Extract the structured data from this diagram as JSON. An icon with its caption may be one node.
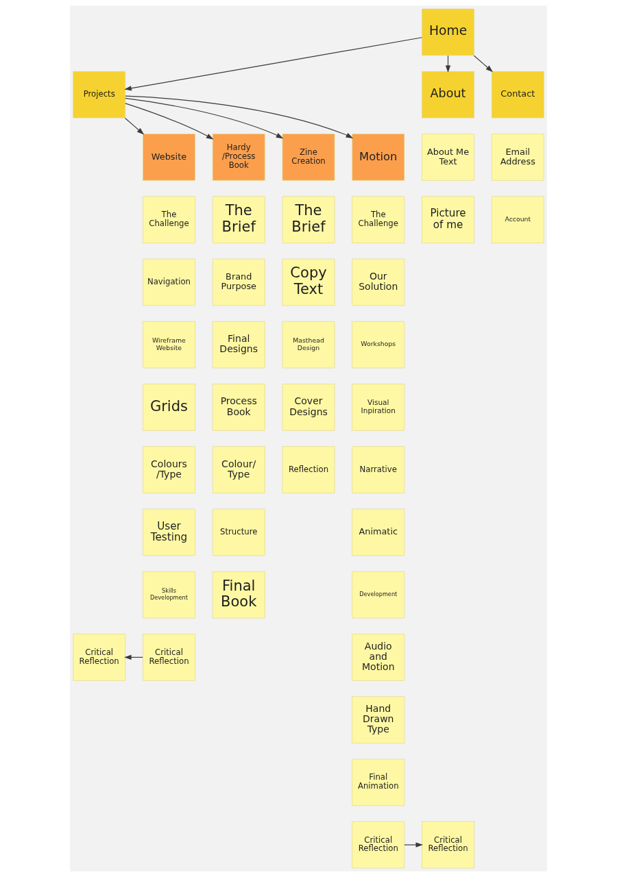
{
  "diagram": {
    "nodes": [
      {
        "text": [
          "Home"
        ]
      },
      {
        "text": [
          "Projects"
        ]
      },
      {
        "text": [
          "About"
        ]
      },
      {
        "text": [
          "Contact"
        ]
      },
      {
        "text": [
          "Website"
        ]
      },
      {
        "text": [
          "Hardy /Process Book"
        ]
      },
      {
        "text": [
          "Zine Creation"
        ]
      },
      {
        "text": [
          "Motion"
        ]
      },
      {
        "text": [
          "About Me Text"
        ]
      },
      {
        "text": [
          "Email Address"
        ]
      },
      {
        "text": [
          "Picture of me"
        ]
      },
      {
        "text": [
          "Account"
        ]
      },
      {
        "text": [
          "The Challenge"
        ]
      },
      {
        "text": [
          "The Brief"
        ]
      },
      {
        "text": [
          "The Brief"
        ]
      },
      {
        "text": [
          "The Challenge"
        ]
      },
      {
        "text": [
          "Navigation"
        ]
      },
      {
        "text": [
          "Brand Purpose"
        ]
      },
      {
        "text": [
          "Copy Text"
        ]
      },
      {
        "text": [
          "Our Solution"
        ]
      },
      {
        "text": [
          "Wireframe Website"
        ]
      },
      {
        "text": [
          "Final Designs"
        ]
      },
      {
        "text": [
          "Masthead Design"
        ]
      },
      {
        "text": [
          "Workshops"
        ]
      },
      {
        "text": [
          "Grids"
        ]
      },
      {
        "text": [
          "Process Book"
        ]
      },
      {
        "text": [
          "Cover Designs"
        ]
      },
      {
        "text": [
          "Visual Inpiration"
        ]
      },
      {
        "text": [
          "Colours /Type"
        ]
      },
      {
        "text": [
          "Colour/ Type"
        ]
      },
      {
        "text": [
          "Reflection"
        ]
      },
      {
        "text": [
          "Narrative"
        ]
      },
      {
        "text": [
          "User Testing"
        ]
      },
      {
        "text": [
          "Structure"
        ]
      },
      {
        "text": [
          "Animatic"
        ]
      },
      {
        "text": [
          "Skills Development"
        ]
      },
      {
        "text": [
          "Final Book"
        ]
      },
      {
        "text": [
          "Development"
        ]
      },
      {
        "text": [
          "Critical Reflection"
        ]
      },
      {
        "text": [
          "Critical Reflection"
        ]
      },
      {
        "text": [
          "Audio and Motion"
        ]
      },
      {
        "text": [
          "Hand Drawn Type"
        ]
      },
      {
        "text": [
          "Final Animation"
        ]
      },
      {
        "text": [
          "Critical Reflection"
        ]
      },
      {
        "text": [
          "Critical Reflection"
        ]
      }
    ],
    "edges": [
      {
        "from": 0,
        "to": 1,
        "arrow": "to"
      },
      {
        "from": 0,
        "to": 2,
        "arrow": "to"
      },
      {
        "from": 0,
        "to": 3,
        "arrow": "to"
      },
      {
        "from": 1,
        "to": 4,
        "arrow": "to"
      },
      {
        "from": 1,
        "to": 5,
        "arrow": "to"
      },
      {
        "from": 1,
        "to": 6,
        "arrow": "to"
      },
      {
        "from": 1,
        "to": 7,
        "arrow": "to"
      },
      {
        "from": 39,
        "to": 38,
        "arrow": "to"
      },
      {
        "from": 43,
        "to": 44,
        "arrow": "to"
      }
    ]
  }
}
